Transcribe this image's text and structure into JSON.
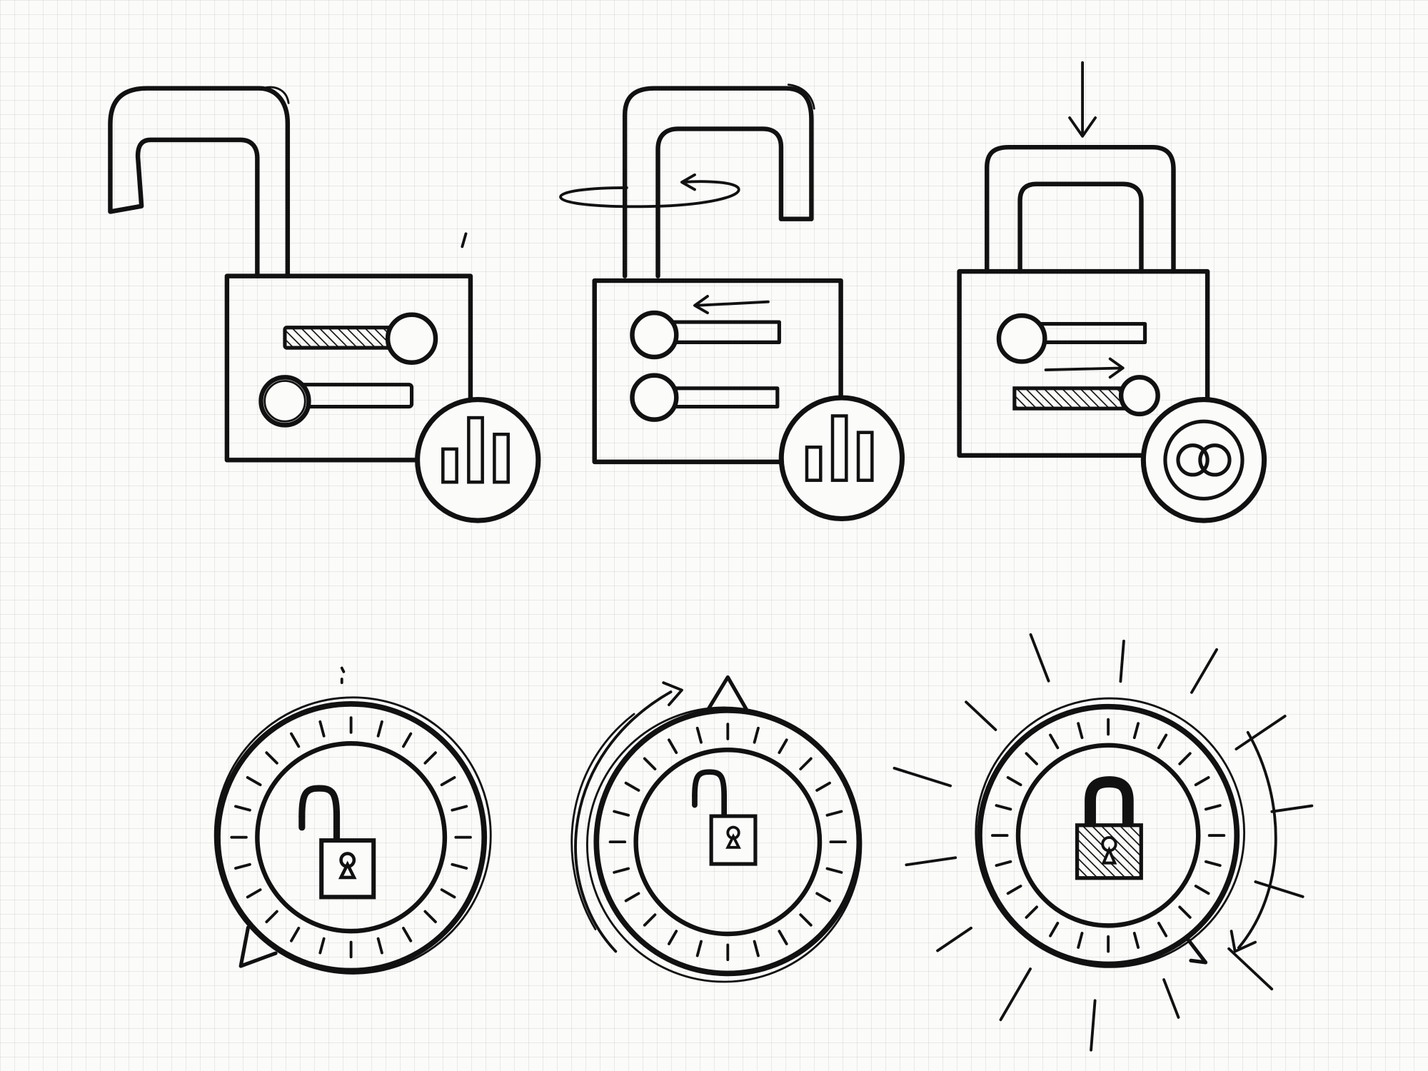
{
  "sketch": {
    "style": "pencil-sketch",
    "background": "graph-paper",
    "ink_color": "#111111",
    "paper_color": "#fbfbfa",
    "rows": [
      {
        "row": "padlock-toggle-sequence",
        "frames": [
          {
            "state": "open",
            "shackle": "raised",
            "toggle_1": "on",
            "toggle_2": "off",
            "badge": "bar-chart-icon"
          },
          {
            "state": "closing",
            "shackle": "rotating",
            "toggle_1": "off",
            "toggle_2": "off",
            "badge": "bar-chart-icon"
          },
          {
            "state": "locked",
            "shackle": "pressed-down",
            "toggle_1": "off",
            "toggle_2": "on",
            "badge": "link-rings-icon"
          }
        ]
      },
      {
        "row": "lock-dial-sequence",
        "frames": [
          {
            "state": "unlocked",
            "icon": "open-padlock-icon"
          },
          {
            "state": "rotating",
            "icon": "open-padlock-icon"
          },
          {
            "state": "locked",
            "icon": "closed-padlock-icon"
          }
        ]
      }
    ]
  }
}
